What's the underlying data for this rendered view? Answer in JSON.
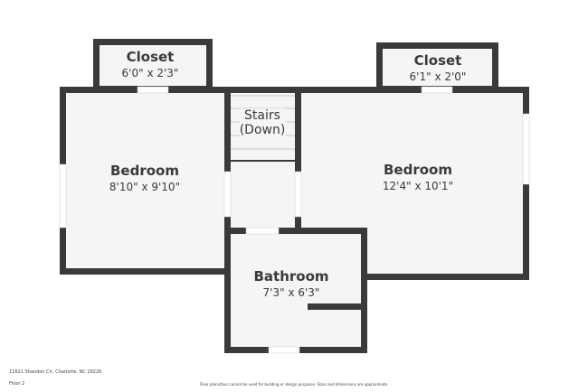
{
  "colors": {
    "wall": "#3a3a3a",
    "floor": "#f5f5f5",
    "opening": "#ffffff"
  },
  "rooms": [
    {
      "name": "Closet",
      "dims": "6'0\" x 2'3\""
    },
    {
      "name": "Closet",
      "dims": "6'1\" x 2'0\""
    },
    {
      "name": "Stairs",
      "dims": "(Down)"
    },
    {
      "name": "Bedroom",
      "dims": "8'10\" x 9'10\""
    },
    {
      "name": "Bedroom",
      "dims": "12'4\" x 10'1\""
    },
    {
      "name": "Bathroom",
      "dims": "7'3\" x 6'3\""
    }
  ],
  "footer": {
    "address": "11621 Shandon Cir, Charlotte, NC 28226",
    "floor": "Floor 2",
    "disclaimer": "Floor plans/tour cannot be used for building or design purposes. Sizes and dimensions are approximate."
  }
}
